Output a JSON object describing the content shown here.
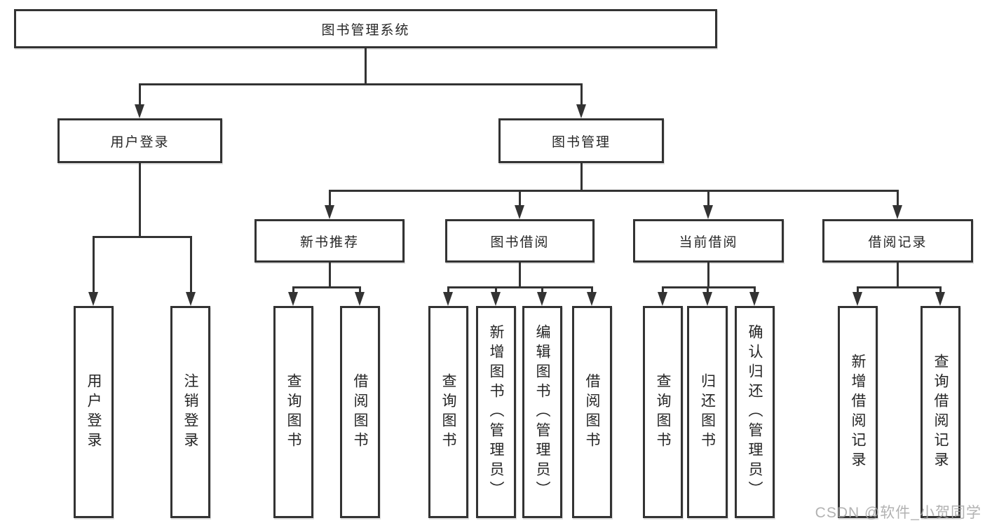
{
  "diagram": {
    "root": {
      "label": "图书管理系统"
    },
    "level2": [
      {
        "label": "用户登录"
      },
      {
        "label": "图书管理"
      }
    ],
    "level3": [
      {
        "label": "新书推荐",
        "parent": "图书管理"
      },
      {
        "label": "图书借阅",
        "parent": "图书管理"
      },
      {
        "label": "当前借阅",
        "parent": "图书管理"
      },
      {
        "label": "借阅记录",
        "parent": "图书管理"
      }
    ],
    "leaves": [
      {
        "label": "用户登录",
        "parent": "用户登录"
      },
      {
        "label": "注销登录",
        "parent": "用户登录"
      },
      {
        "label": "查询图书",
        "parent": "新书推荐"
      },
      {
        "label": "借阅图书",
        "parent": "新书推荐"
      },
      {
        "label": "查询图书",
        "parent": "图书借阅"
      },
      {
        "label": "新增图书（管理员）",
        "parent": "图书借阅"
      },
      {
        "label": "编辑图书（管理员）",
        "parent": "图书借阅"
      },
      {
        "label": "借阅图书",
        "parent": "图书借阅"
      },
      {
        "label": "查询图书",
        "parent": "当前借阅"
      },
      {
        "label": "归还图书",
        "parent": "当前借阅"
      },
      {
        "label": "确认归还（管理员）",
        "parent": "当前借阅"
      },
      {
        "label": "新增借阅记录",
        "parent": "借阅记录"
      },
      {
        "label": "查询借阅记录",
        "parent": "借阅记录"
      }
    ]
  },
  "watermark": {
    "text": "CSDN @软件_小贺同学"
  },
  "colors": {
    "line": "#333333",
    "text": "#262626",
    "background": "#ffffff",
    "watermark": "#a5a5a5"
  }
}
